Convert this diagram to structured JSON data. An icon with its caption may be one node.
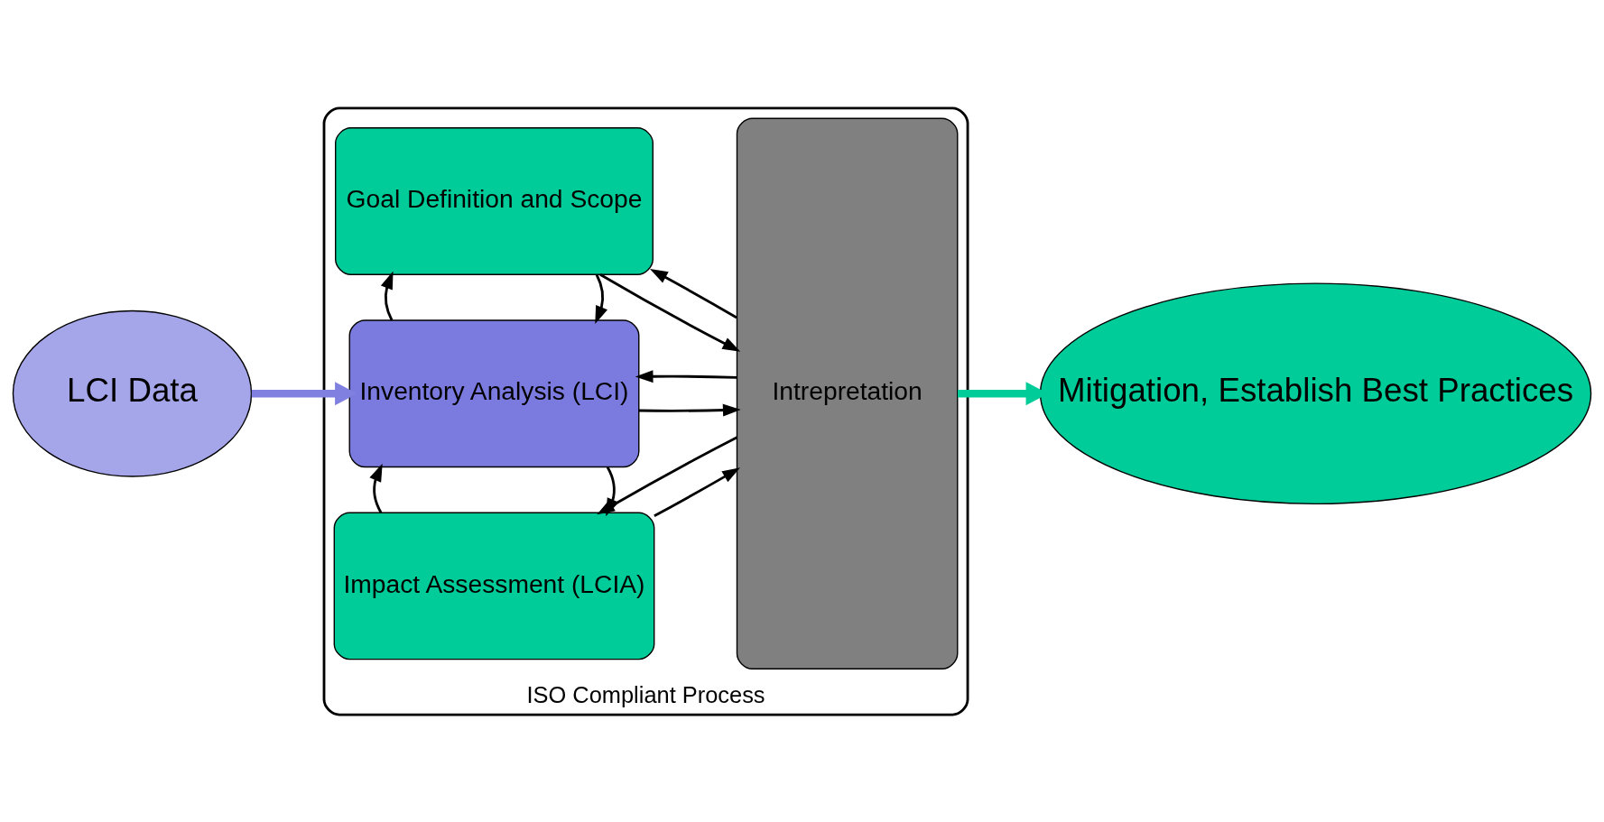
{
  "diagram": {
    "nodes": [
      {
        "text": [
          "ISO Compliant Process"
        ]
      },
      {
        "text": [
          "Goal Definition and Scope"
        ],
        "in": 0
      },
      {
        "text": [
          "Inventory Analysis (LCI)"
        ],
        "in": 0
      },
      {
        "text": [
          "Impact Assessment (LCIA)"
        ],
        "in": 0
      },
      {
        "text": [
          "Intrepretation"
        ],
        "in": 0
      },
      {
        "text": [
          "LCI Data"
        ]
      },
      {
        "text": [
          "Mitigation, Establish Best Practices"
        ]
      }
    ],
    "edges": [
      {
        "from": 5,
        "to": 2,
        "arrow": "to",
        "style": "thick",
        "color": "#8080e0"
      },
      {
        "from": 1,
        "to": 4,
        "arrow": "to"
      },
      {
        "from": 4,
        "to": 1,
        "arrow": "to"
      },
      {
        "from": 1,
        "to": 2,
        "arrow": "to"
      },
      {
        "from": 2,
        "to": 1,
        "arrow": "to"
      },
      {
        "from": 2,
        "to": 4,
        "arrow": "to"
      },
      {
        "from": 4,
        "to": 2,
        "arrow": "to"
      },
      {
        "from": 2,
        "to": 3,
        "arrow": "to"
      },
      {
        "from": 3,
        "to": 2,
        "arrow": "to"
      },
      {
        "from": 3,
        "to": 4,
        "arrow": "to"
      },
      {
        "from": 4,
        "to": 3,
        "arrow": "to"
      },
      {
        "from": 4,
        "to": 6,
        "arrow": "to",
        "style": "thick",
        "color": "#00cc99"
      }
    ]
  }
}
